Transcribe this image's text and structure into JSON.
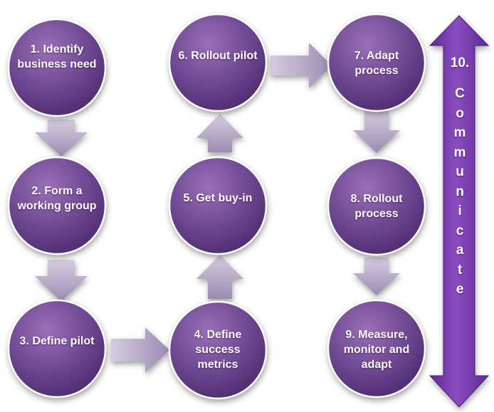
{
  "steps": [
    {
      "label": "1. Identify business need"
    },
    {
      "label": "2. Form a working group"
    },
    {
      "label": "3. Define pilot"
    },
    {
      "label": "4. Define success metrics"
    },
    {
      "label": "5. Get buy-in"
    },
    {
      "label": "6. Rollout pilot"
    },
    {
      "label": "7. Adapt process"
    },
    {
      "label": "8. Rollout process"
    },
    {
      "label": "9. Measure, monitor and adapt"
    }
  ],
  "communicate": {
    "number": "10.",
    "word": "Communicate"
  },
  "colors": {
    "node_light": "#9a70b6",
    "node_dark": "#4d2a6e",
    "arrow": "#b7a7c6",
    "double_arrow": "#7a3fae"
  }
}
